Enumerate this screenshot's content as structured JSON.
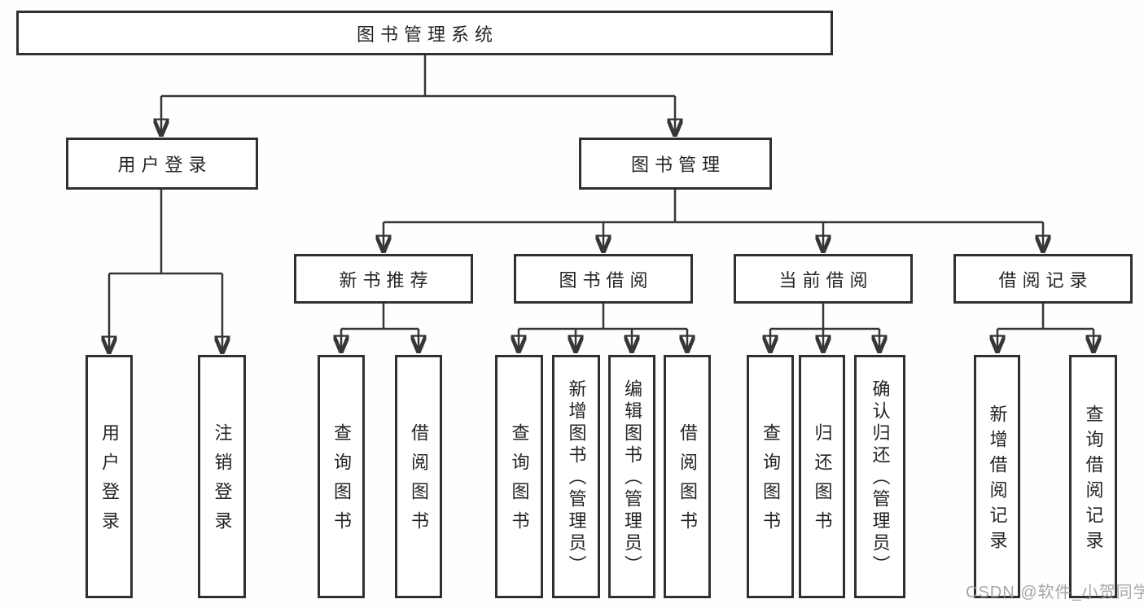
{
  "diagram_type": "functional-structure-chart",
  "tree": {
    "root": {
      "label": "图书管理系统",
      "children": [
        {
          "label": "用户登录",
          "children": [
            {
              "label": "用户登录"
            },
            {
              "label": "注销登录"
            }
          ]
        },
        {
          "label": "图书管理",
          "children": [
            {
              "label": "新书推荐",
              "children": [
                {
                  "label": "查询图书"
                },
                {
                  "label": "借阅图书"
                }
              ]
            },
            {
              "label": "图书借阅",
              "children": [
                {
                  "label": "查询图书"
                },
                {
                  "label": "新增图书（管理员）"
                },
                {
                  "label": "编辑图书（管理员）"
                },
                {
                  "label": "借阅图书"
                }
              ]
            },
            {
              "label": "当前借阅",
              "children": [
                {
                  "label": "查询图书"
                },
                {
                  "label": "归还图书"
                },
                {
                  "label": "确认归还（管理员）"
                }
              ]
            },
            {
              "label": "借阅记录",
              "children": [
                {
                  "label": "新增借阅记录"
                },
                {
                  "label": "查询借阅记录"
                }
              ]
            }
          ]
        }
      ]
    }
  },
  "watermark": {
    "text": "CSDN @软件_小贺同学"
  },
  "colors": {
    "line": "#363636",
    "box_border": "#303030",
    "box_fill": "#ffffff",
    "text": "#242424",
    "background": "#fefefe",
    "watermark": "#9e9e9e"
  }
}
